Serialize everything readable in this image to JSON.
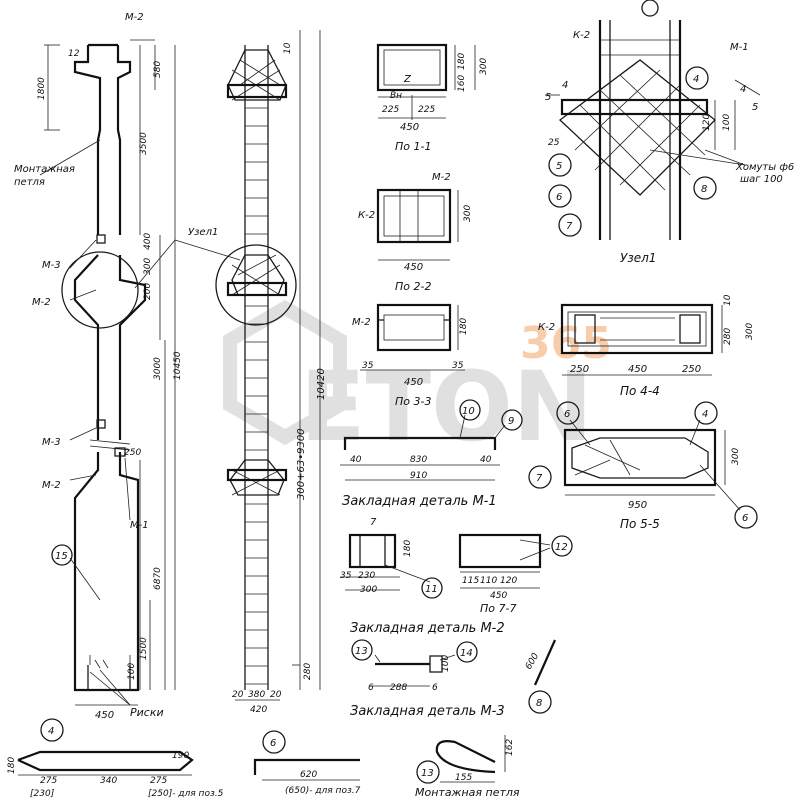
{
  "watermark": {
    "brand": "ETON",
    "number": "365",
    "gray": "#c8c8c8",
    "orange": "#f3a56a"
  },
  "labels": {
    "m2_top": "М-2",
    "montage_loop": [
      "Монтажная",
      "петля"
    ],
    "m3": "М-3",
    "m2": "М-2",
    "m1": "М-1",
    "riski": "Риски",
    "uzel1": "Узел1",
    "k2": "К-2",
    "vn": "Вн",
    "zamet": "Хомуты ф6",
    "zamet2": "шаг 100",
    "uzel1_caption": "Узел1",
    "m1_detail": "Закладная деталь М-1",
    "m2_detail": "Закладная деталь М-2",
    "m3_detail": "Закладная деталь М-3",
    "montage_loop_b": "Монтажная петля"
  },
  "sections": {
    "s11": "По 1-1",
    "s22": "По 2-2",
    "s33": "По 3-3",
    "s44": "По 4-4",
    "s55": "По 5-5",
    "s77": "По 7-7"
  },
  "dims": {
    "d12": "12",
    "d1800": "1800",
    "d580": "580",
    "d3500": "3500",
    "d400": "400",
    "d300": "300",
    "d200": "200",
    "d3000": "3000",
    "d10450": "10450",
    "d10420": "10420",
    "d6870": "6870",
    "d1500": "1500",
    "d450": "450",
    "d250": "250",
    "d100": "100",
    "d300b": "300",
    "d9300": "300+63•9300",
    "d420": "420",
    "d20": "20",
    "d380": "380",
    "d280": "280",
    "d10": "10",
    "d450s": "450",
    "d225a": "225",
    "d225b": "225",
    "d180": "180",
    "d160": "160",
    "d250a": "250",
    "d250b": "250",
    "d280b": "280",
    "d35": "35",
    "d40a": "40",
    "d830": "830",
    "d40b": "40",
    "d910": "910",
    "d950": "950",
    "d300c": "300",
    "d230": "230",
    "d300d": "300",
    "d115": "115",
    "d110": "110",
    "d120": "120",
    "d450b": "450",
    "d288": "288",
    "d6": "6",
    "d275a": "275",
    "d340": "340",
    "d275b": "275",
    "d180b": "180",
    "d230b": "[230]",
    "d250c": "[250]- для поз.5",
    "d620": "620",
    "d650": "(650)- для поз.7",
    "d155": "155",
    "d162": "162",
    "d600": "600",
    "d25": "25"
  },
  "callouts": [
    "4",
    "5",
    "6",
    "7",
    "8",
    "9",
    "10",
    "11",
    "12",
    "13",
    "14",
    "15"
  ]
}
